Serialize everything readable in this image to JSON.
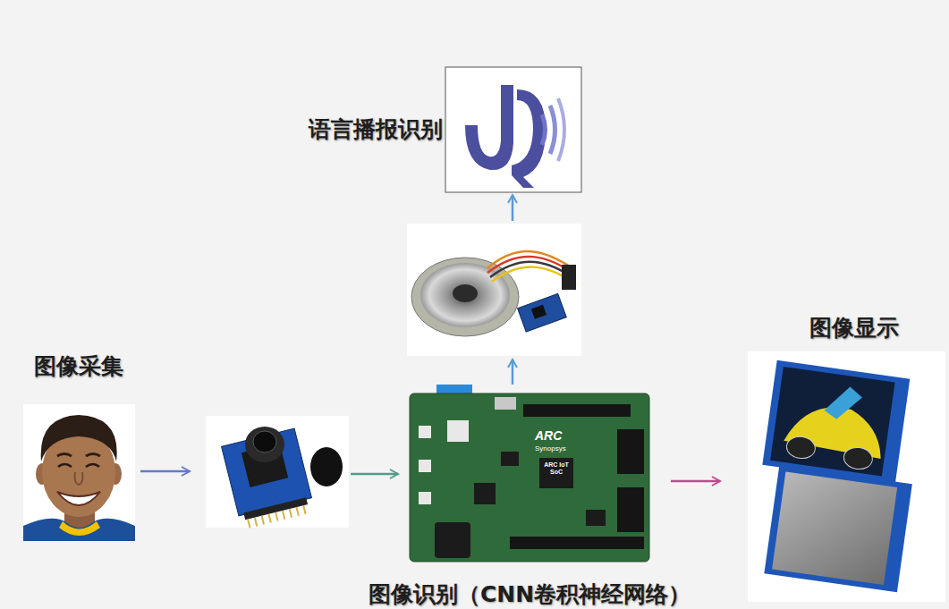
{
  "diagram": {
    "nodes": [
      {
        "text": [
          "语言播报识别"
        ]
      },
      {
        "text": []
      },
      {
        "text": [
          "图像采集"
        ]
      },
      {
        "text": []
      },
      {
        "text": [
          "图像识别（CNN卷积神经网络）"
        ]
      },
      {
        "text": [
          "图像显示"
        ]
      }
    ],
    "edges": [
      {
        "from": 2,
        "to": 3,
        "arrow": "to"
      },
      {
        "from": 3,
        "to": 4,
        "arrow": "to"
      },
      {
        "from": 4,
        "to": 1,
        "arrow": "to"
      },
      {
        "from": 1,
        "to": 0,
        "arrow": "to"
      },
      {
        "from": 4,
        "to": 5,
        "arrow": "to"
      }
    ],
    "labels": [
      "ARC",
      "Synopsys",
      "ARC IoT SoC"
    ]
  }
}
